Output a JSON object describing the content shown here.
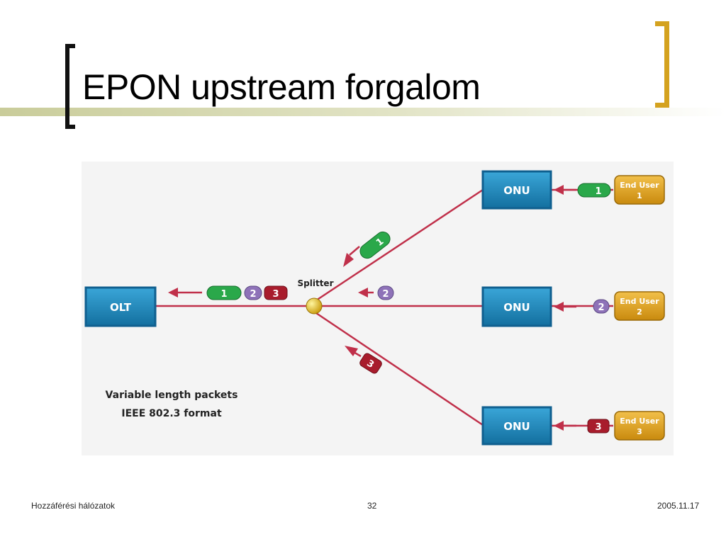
{
  "slide": {
    "title": "EPON upstream forgalom",
    "footer_left": "Hozzáférési hálózatok",
    "page_number": "32",
    "date": "2005.11.17"
  },
  "diagram": {
    "olt_label": "OLT",
    "splitter_label": "Splitter",
    "onus": [
      {
        "label": "ONU",
        "packet": "1",
        "end_user": [
          "End User",
          "1"
        ]
      },
      {
        "label": "ONU",
        "packet": "2",
        "end_user": [
          "End User",
          "2"
        ]
      },
      {
        "label": "ONU",
        "packet": "3",
        "end_user": [
          "End User",
          "3"
        ]
      }
    ],
    "olt_packets": [
      "1",
      "2",
      "3"
    ],
    "branch_packets": [
      "1",
      "2",
      "3"
    ],
    "caption": [
      "Variable length packets",
      "IEEE 802.3 format"
    ],
    "colors": {
      "packet1": "#2aa84a",
      "packet2": "#8e72b8",
      "packet3": "#a81c2c",
      "fiber": "#c0304a",
      "box": "#1f8fc6",
      "box_border": "#0f5f8f",
      "end_user": "#e0a21a",
      "splitter": "#e9c21a"
    }
  }
}
